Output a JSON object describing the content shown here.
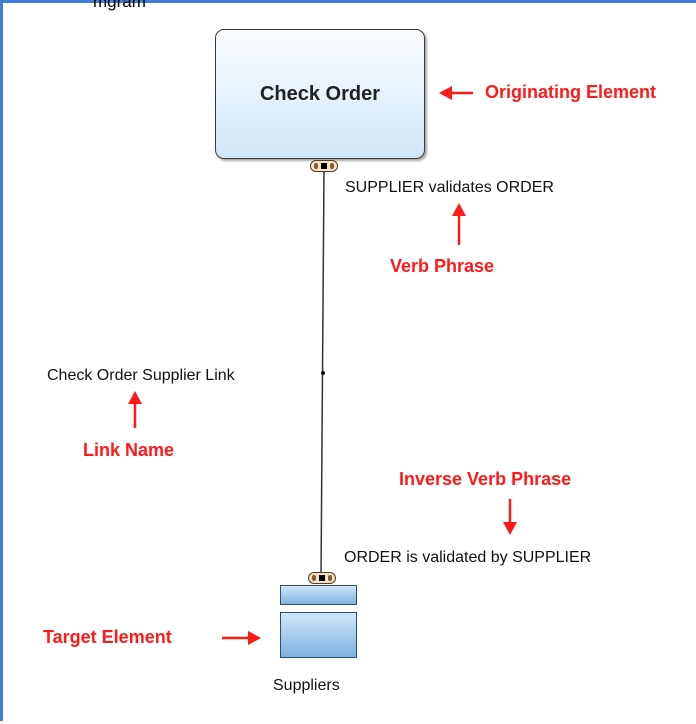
{
  "header_fragment": "mgram",
  "diagram": {
    "originating": {
      "label": "Check Order"
    },
    "target": {
      "label": "Suppliers"
    },
    "link": {
      "name": "Check Order Supplier Link",
      "verb_phrase": "SUPPLIER validates ORDER",
      "inverse_verb_phrase": "ORDER is validated by SUPPLIER"
    }
  },
  "annotations": {
    "originating_element": "Originating Element",
    "verb_phrase": "Verb Phrase",
    "link_name": "Link Name",
    "inverse_verb_phrase": "Inverse Verb Phrase",
    "target_element": "Target Element"
  },
  "colors": {
    "annotation": "#ff1a1a",
    "frame": "#3d7fd6",
    "process_fill": "#d8ecfa",
    "store_fill": "#7fb3e0"
  }
}
